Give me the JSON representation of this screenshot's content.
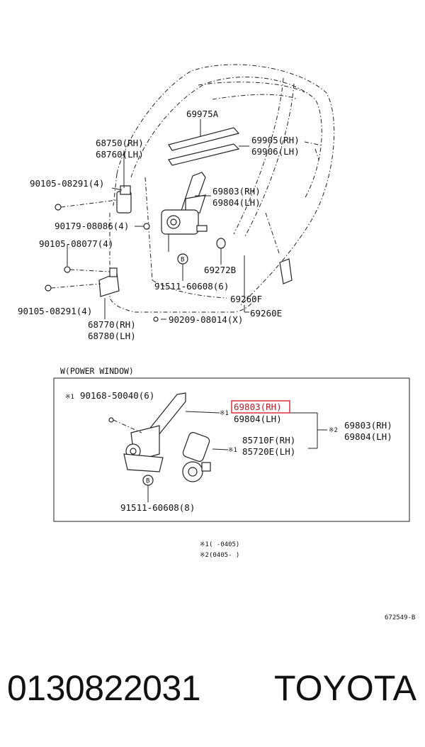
{
  "labels": {
    "l_69975A": "69975A",
    "l_68750": "68750(RH)",
    "l_68760": "68760(LH)",
    "l_69905": "69905(RH)",
    "l_69906": "69906(LH)",
    "l_90105a": "90105-08291(4)",
    "l_69803": "69803(RH)",
    "l_69804": "69804(LH)",
    "l_90179": "90179-08086(4)",
    "l_90105b": "90105-08077(4)",
    "l_69272B": "69272B",
    "l_91511a": "91511-60608(6)",
    "l_69260F": "69260F",
    "l_90105c": "90105-08291(4)",
    "l_69260E": "69260E",
    "l_68770": "68770(RH)",
    "l_90209": "90209-08014(X)",
    "l_68780": "68780(LH)",
    "box_title": "W(POWER WINDOW)",
    "b_90168": "90168-50040(6)",
    "b_69803h": "69803(RH)",
    "b_69804a": "69804(LH)",
    "b_69803r": "69803(RH)",
    "b_69804r": "69804(LH)",
    "b_85710F": "85710F(RH)",
    "b_85720E": "85720E(LH)",
    "b_91511": "91511-60608(8)",
    "note1": "※1(    -0405)",
    "note2": "※2(0405-    )",
    "ref_code": "672549-B",
    "mark1": "※1",
    "mark2": "※2"
  },
  "callout_letter": "B",
  "footer": {
    "part_number": "0130822031",
    "brand": "TOYOTA"
  },
  "colors": {
    "highlight": "#e0303a"
  }
}
